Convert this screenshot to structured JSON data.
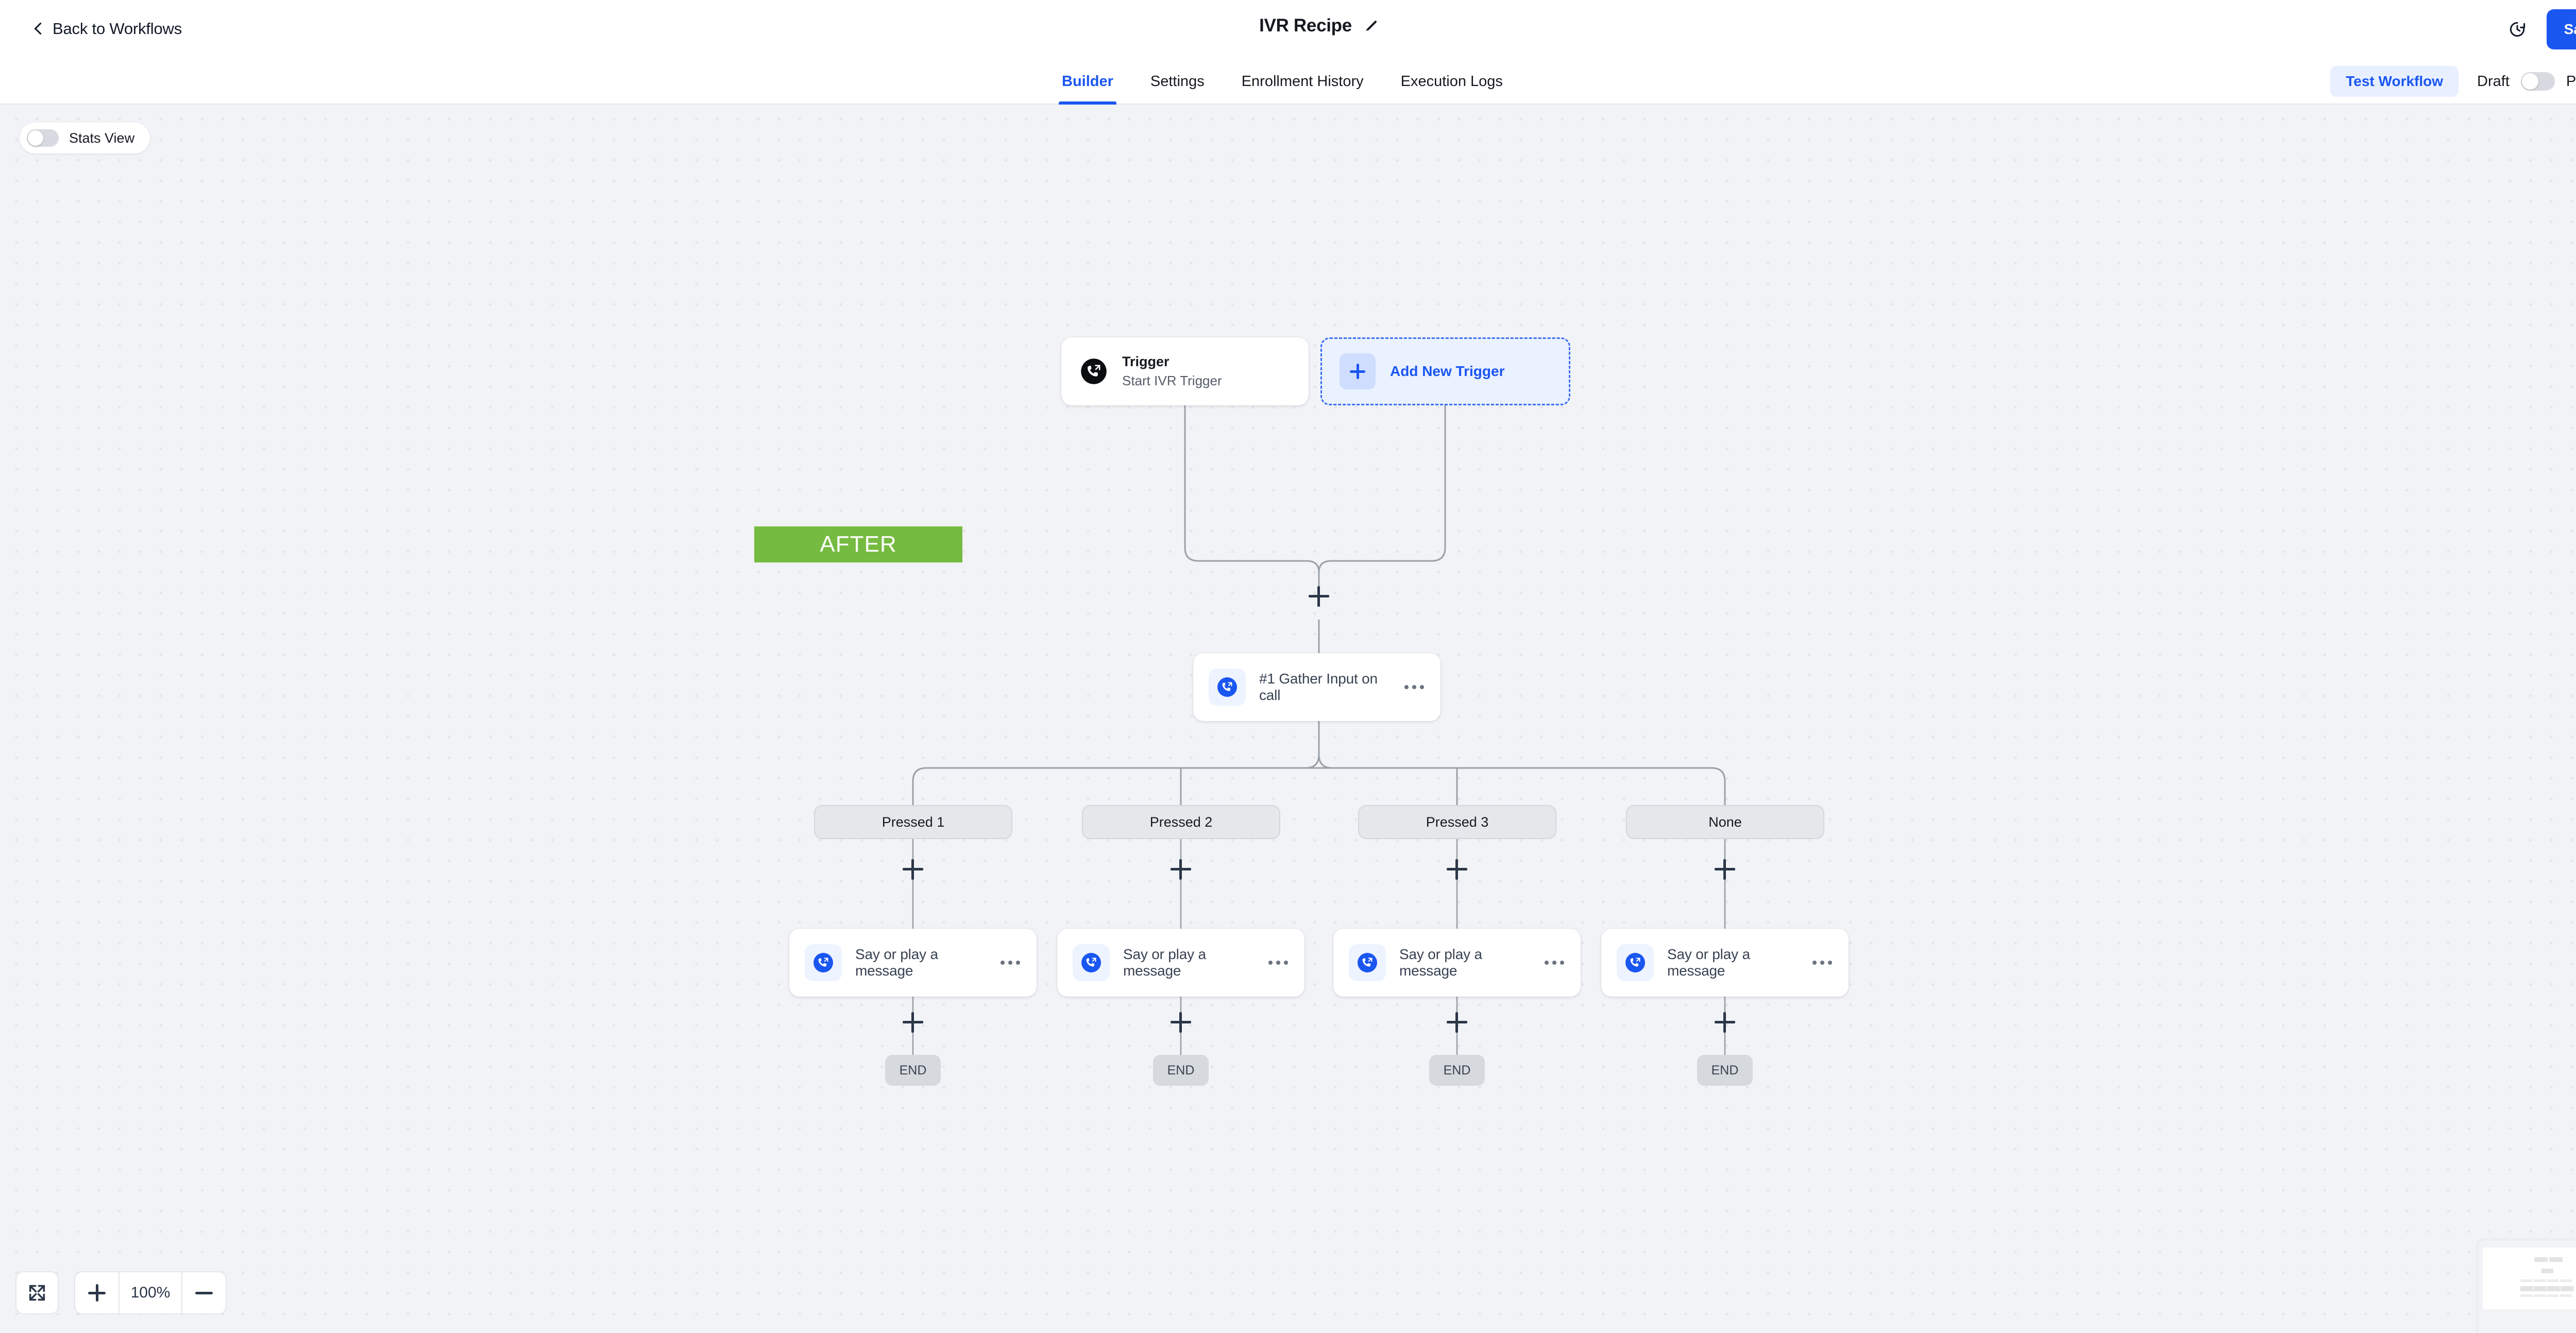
{
  "topbar": {
    "back_label": "Back to Workflows",
    "back_icon": "chevron-left-icon",
    "title": "IVR Recipe",
    "edit_icon": "pencil-icon",
    "history_icon": "clock-history-icon",
    "save_label": "Save",
    "save_badge_color": "#11b87f",
    "accent_color": "#1a56f0"
  },
  "tabs": [
    {
      "label": "Builder",
      "active": true
    },
    {
      "label": "Settings",
      "active": false
    },
    {
      "label": "Enrollment History",
      "active": false
    },
    {
      "label": "Execution Logs",
      "active": false
    }
  ],
  "tabbar_right": {
    "test_workflow_label": "Test Workflow",
    "draft_label": "Draft",
    "publish_label": "Publish",
    "publish_toggle_on": false
  },
  "canvas": {
    "stats_view_label": "Stats View",
    "stats_view_on": false,
    "after_badge": "AFTER",
    "after_badge_color": "#76bb41"
  },
  "flow": {
    "trigger": {
      "title": "Trigger",
      "subtitle": "Start IVR Trigger",
      "icon": "phone-call-trigger-icon"
    },
    "add_trigger": {
      "label": "Add New Trigger",
      "icon": "plus-icon"
    },
    "gather_node": {
      "label": "#1 Gather Input on call",
      "icon": "phone-call-icon",
      "menu_icon": "ellipsis-icon"
    },
    "branches": [
      {
        "label": "Pressed 1",
        "action": "Say or play a message",
        "end": "END"
      },
      {
        "label": "Pressed 2",
        "action": "Say or play a message",
        "end": "END"
      },
      {
        "label": "Pressed 3",
        "action": "Say or play a message",
        "end": "END"
      },
      {
        "label": "None",
        "action": "Say or play a message",
        "end": "END"
      }
    ]
  },
  "zoom": {
    "fit_icon": "fit-screen-icon",
    "zoom_in": "+",
    "level": "100%",
    "zoom_out": "−"
  }
}
